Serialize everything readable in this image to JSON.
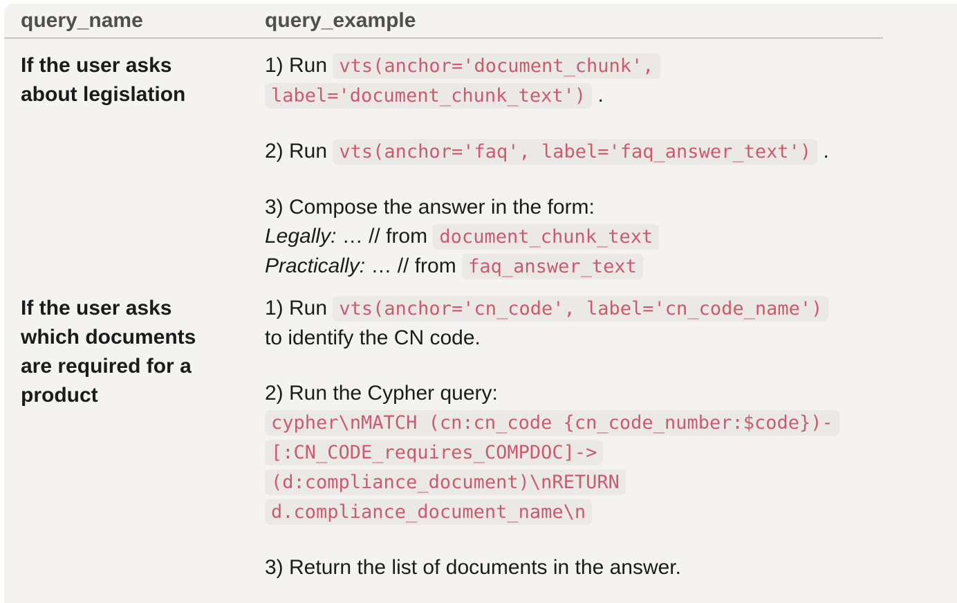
{
  "theme": {
    "panel_bg": "#f4f3f0",
    "divider": "#c6c5c2",
    "header_color": "#504f4d",
    "text_color": "#1b1b1b",
    "code_color": "#cb5a6e",
    "code_bg": "#ebe9e6"
  },
  "table": {
    "headers": [
      {
        "label": "query_name"
      },
      {
        "label": "query_example"
      }
    ],
    "rows": [
      {
        "name_lines": [
          "If the user asks",
          "about legislation"
        ],
        "blocks": [
          [
            {
              "text": "1) Run "
            },
            {
              "code": [
                "vts(anchor='document_chunk',",
                "label='document_chunk_text')"
              ]
            },
            {
              "text": " ."
            }
          ],
          [
            {
              "text": "2) Run "
            },
            {
              "code": [
                "vts(anchor='faq', label='faq_answer_text')"
              ]
            },
            {
              "text": " ."
            }
          ],
          [
            {
              "text": "3) Compose the answer in the form:"
            },
            {
              "br": true
            },
            {
              "italic": "Legally:"
            },
            {
              "text": " … // from "
            },
            {
              "code": [
                "document_chunk_text"
              ]
            },
            {
              "br": true
            },
            {
              "italic": "Practically:"
            },
            {
              "text": " … // from "
            },
            {
              "code": [
                "faq_answer_text"
              ]
            }
          ]
        ]
      },
      {
        "name_lines": [
          "If the user asks",
          "which documents",
          "are required for a",
          "product"
        ],
        "blocks": [
          [
            {
              "text": "1) Run "
            },
            {
              "code": [
                "vts(anchor='cn_code', label='cn_code_name')"
              ]
            },
            {
              "br": true
            },
            {
              "text": "to identify the CN code."
            }
          ],
          [
            {
              "text": "2) Run the Cypher query:"
            },
            {
              "br": true
            },
            {
              "code": [
                "cypher\\nMATCH (cn:cn_code {cn_code_number:$code})-",
                "[:CN_CODE_requires_COMPDOC]->",
                "(d:compliance_document)\\nRETURN",
                "d.compliance_document_name\\n"
              ]
            }
          ],
          [
            {
              "text": "3) Return the list of documents in the answer."
            }
          ]
        ]
      }
    ]
  }
}
